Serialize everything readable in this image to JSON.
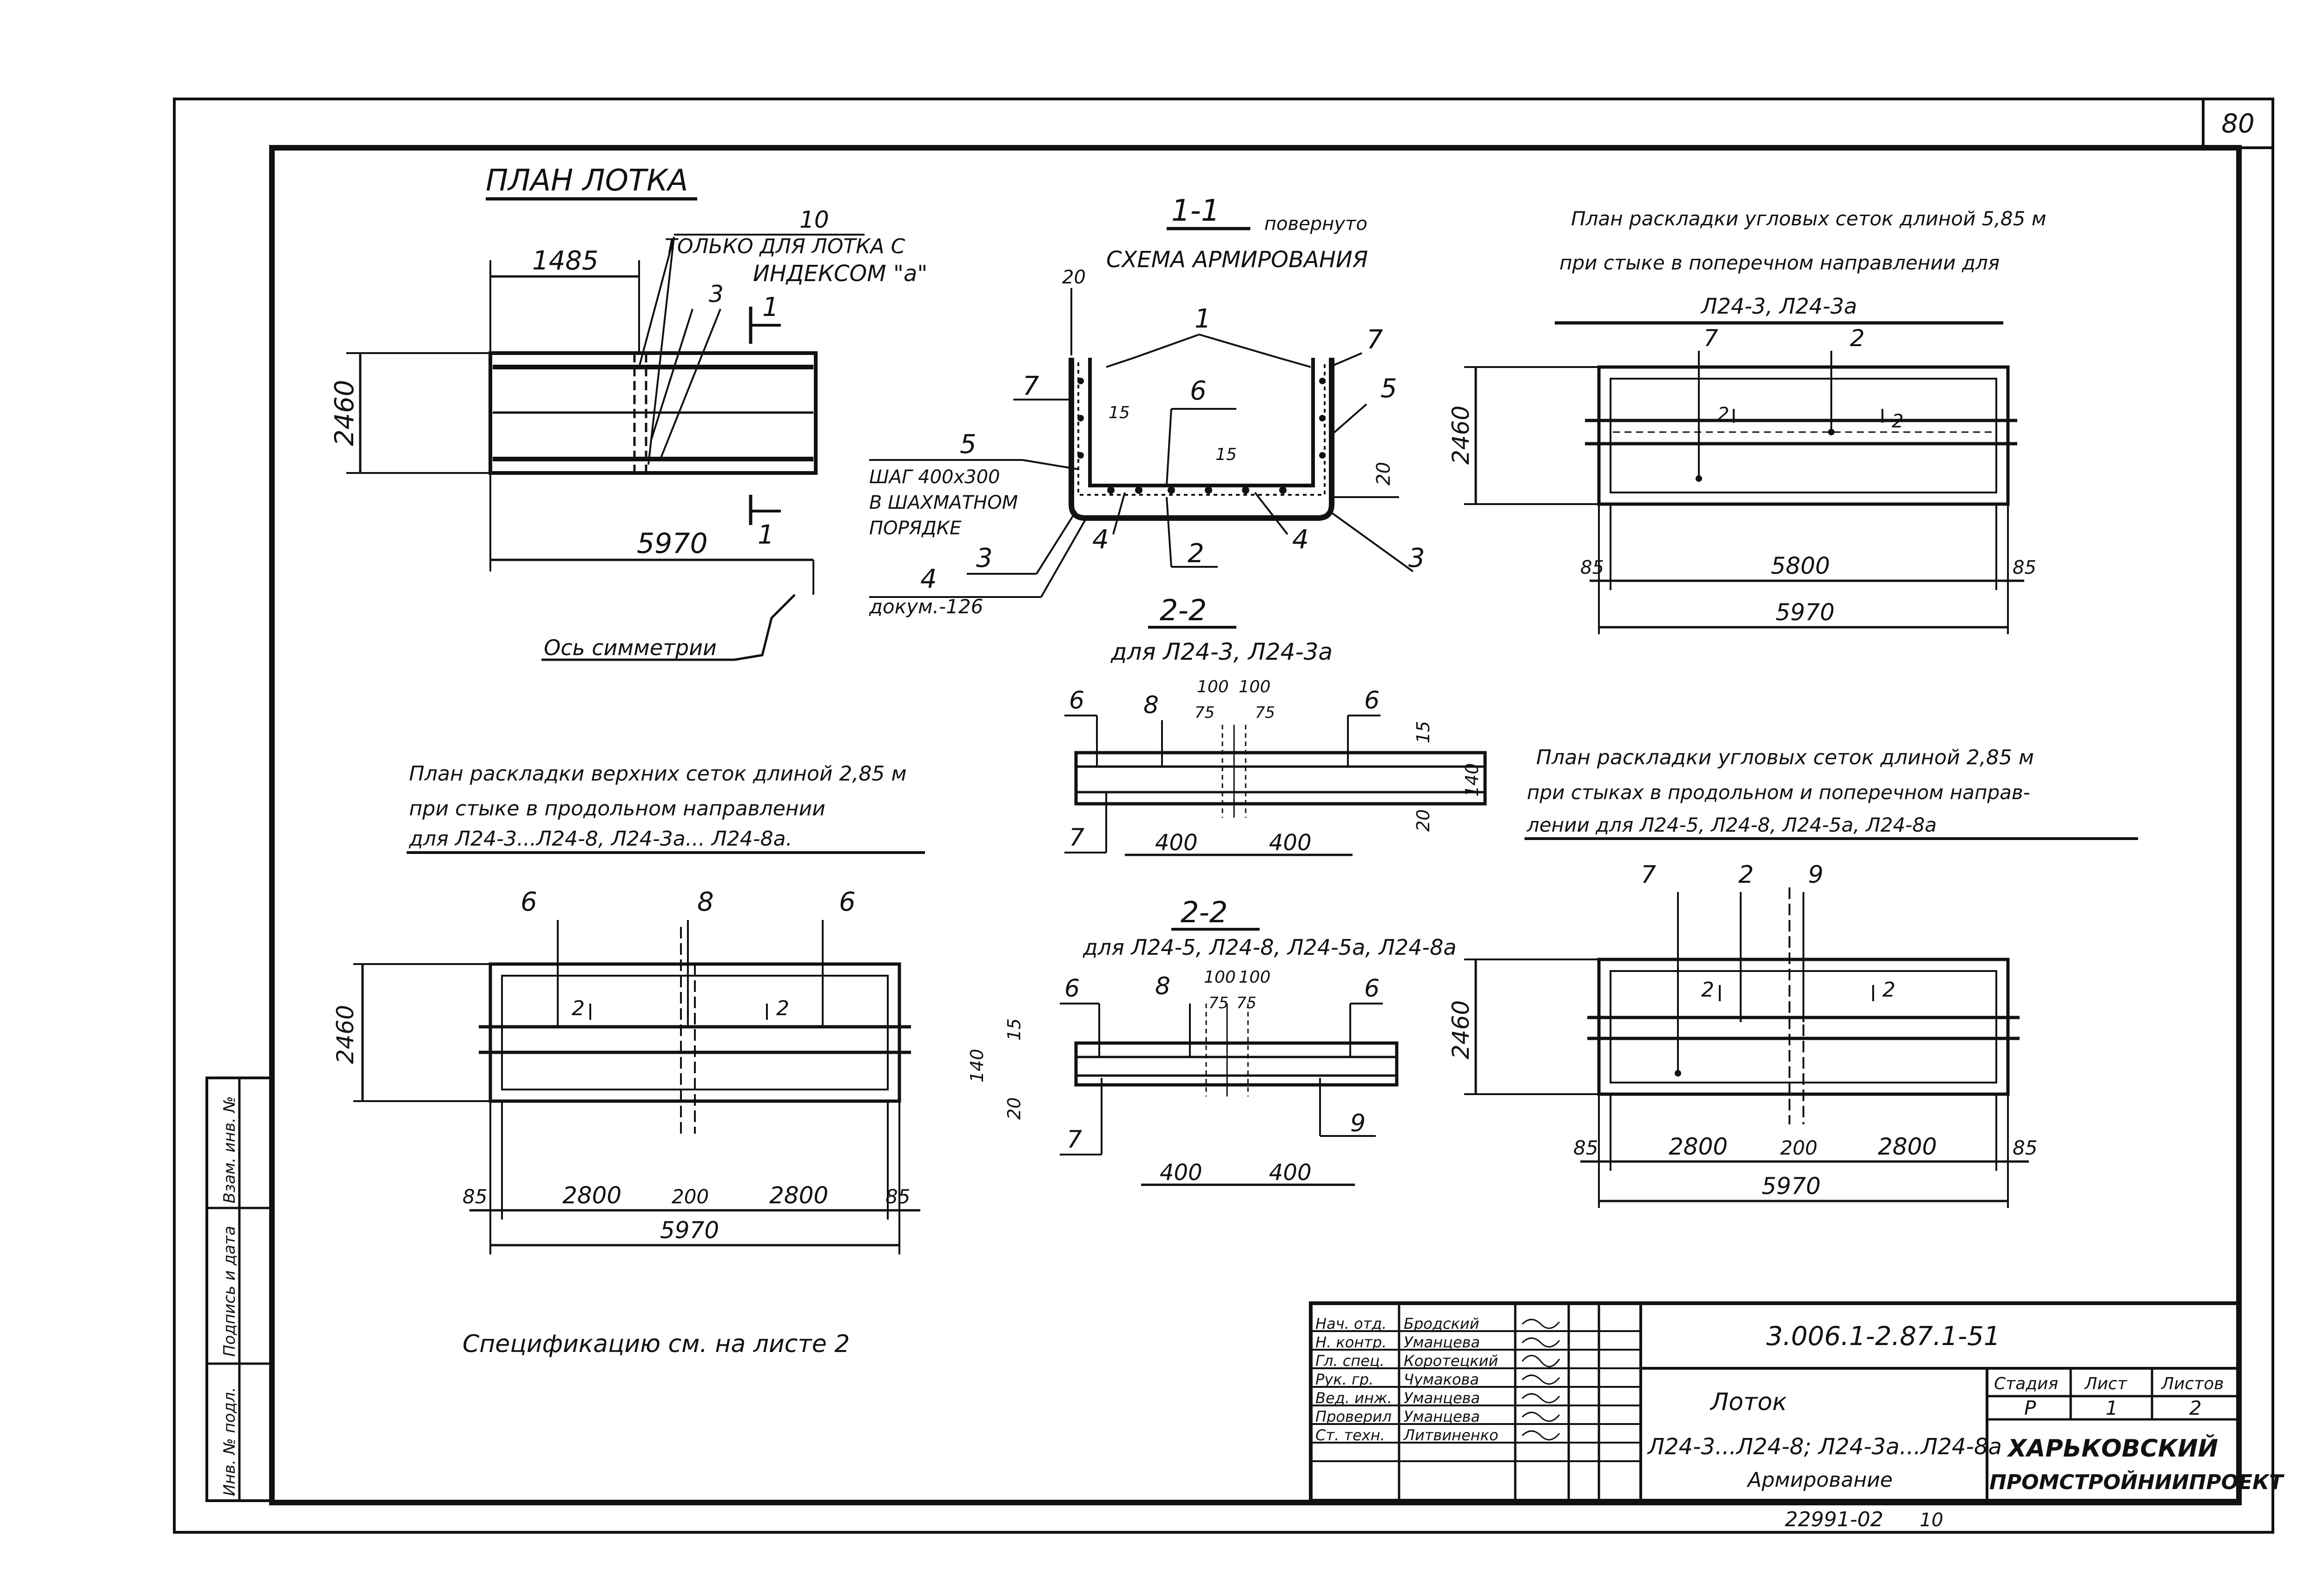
{
  "sheet_number": "80",
  "views": {
    "tray_plan": {
      "title": "ПЛАН ЛОТКА",
      "mark_10": "10",
      "note_line1": "ТОЛЬКО ДЛЯ ЛОТКА С",
      "note_line2": "ИНДЕКСОМ \"а\"",
      "mark_3": "3",
      "dim_1485": "1485",
      "dim_2460": "2460",
      "dim_5970": "5970",
      "section_1a": "1",
      "section_1b": "1",
      "symmetry_axis": "Ось симметрии"
    },
    "section_1_1": {
      "title": "1-1",
      "note_rotated": "повернуто",
      "subtitle": "СХЕМА АРМИРОВАНИЯ",
      "m1": "1",
      "m7a": "7",
      "m7b": "7",
      "m5a": "5",
      "m5b": "5",
      "m6": "6",
      "m3a": "3",
      "m3b": "3",
      "m4a": "4",
      "m4b": "4",
      "m4c": "4",
      "m2": "2",
      "d20a": "20",
      "d15a": "15",
      "d15b": "15",
      "d20b": "20",
      "note_step": "ШАГ 400х300",
      "note_checker1": "В ШАХМАТНОМ",
      "note_checker2": "ПОРЯДКЕ",
      "note_doc": "докум.-126"
    },
    "corner_mesh_585": {
      "title1": "План раскладки угловых сеток длиной 5,85 м",
      "title2": "при стыке в поперечном направлении для",
      "title3": "Л24-3, Л24-3а",
      "m7": "7",
      "m2": "2",
      "m2a": "2",
      "m2b": "2",
      "dim_2460": "2460",
      "dim_85a": "85",
      "dim_5800": "5800",
      "dim_85b": "85",
      "dim_5970": "5970"
    },
    "section_2_2_a": {
      "title": "2-2",
      "subtitle": "для Л24-3, Л24-3а",
      "m6a": "6",
      "m8": "8",
      "m6b": "6",
      "m7": "7",
      "d100a": "100",
      "d100b": "100",
      "d75a": "75",
      "d75b": "75",
      "d15": "15",
      "d140": "140",
      "d20": "20",
      "d400a": "400",
      "d400b": "400"
    },
    "section_2_2_b": {
      "title": "2-2",
      "subtitle": "для Л24-5, Л24-8, Л24-5а, Л24-8а",
      "m6a": "6",
      "m8": "8",
      "m6b": "6",
      "m7": "7",
      "m9": "9",
      "d100a": "100",
      "d100b": "100",
      "d75a": "75",
      "d75b": "75",
      "d15": "15",
      "d140": "140",
      "d20": "20",
      "d400a": "400",
      "d400b": "400"
    },
    "top_mesh_285": {
      "title1": "План раскладки верхних сеток длиной 2,85 м",
      "title2": "при стыке в продольном направлении",
      "title3": "для Л24-3...Л24-8, Л24-3а... Л24-8а.",
      "m6a": "6",
      "m8": "8",
      "m6b": "6",
      "m2a": "2",
      "m2b": "2",
      "dim_2460": "2460",
      "dim_85a": "85",
      "dim_2800a": "2800",
      "dim_200": "200",
      "dim_2800b": "2800",
      "dim_85b": "85",
      "dim_5970": "5970"
    },
    "corner_mesh_285": {
      "title1": "План раскладки угловых сеток длиной 2,85 м",
      "title2": "при стыках в продольном и поперечном направ-",
      "title3": "лении для Л24-5, Л24-8, Л24-5а, Л24-8а",
      "m7": "7",
      "m2": "2",
      "m9": "9",
      "m2a": "2",
      "m2b": "2",
      "dim_2460": "2460",
      "dim_85a": "85",
      "dim_2800a": "2800",
      "dim_200": "200",
      "dim_2800b": "2800",
      "dim_85b": "85",
      "dim_5970": "5970"
    }
  },
  "spec_note": "Спецификацию см. на листе 2",
  "margin_stamp": {
    "c1": "Инв. № подл.",
    "c2": "Подпись и дата",
    "c3": "Взам. инв. №"
  },
  "title_block": {
    "doc_code": "3.006.1-2.87.1-51",
    "roles": [
      {
        "role": "Нач. отд.",
        "name": "Бродский"
      },
      {
        "role": "Н. контр.",
        "name": "Уманцева"
      },
      {
        "role": "Гл. спец.",
        "name": "Коротецкий"
      },
      {
        "role": "Рук. гр.",
        "name": "Чумакова"
      },
      {
        "role": "Вед. инж.",
        "name": "Уманцева"
      },
      {
        "role": "Проверил",
        "name": "Уманцева"
      },
      {
        "role": "Ст. техн.",
        "name": "Литвиненко"
      }
    ],
    "name1": "Лоток",
    "name2": "Л24-3...Л24-8; Л24-3а...Л24-8а",
    "name3": "Армирование",
    "stage_header": "Стадия",
    "sheet_header": "Лист",
    "sheets_header": "Листов",
    "stage": "Р",
    "sheet": "1",
    "sheets": "2",
    "org1": "ХАРЬКОВСКИЙ",
    "org2": "ПРОМСТРОЙНИИПРОЕКТ"
  },
  "footer_code": "22991-02",
  "footer_num": "10"
}
